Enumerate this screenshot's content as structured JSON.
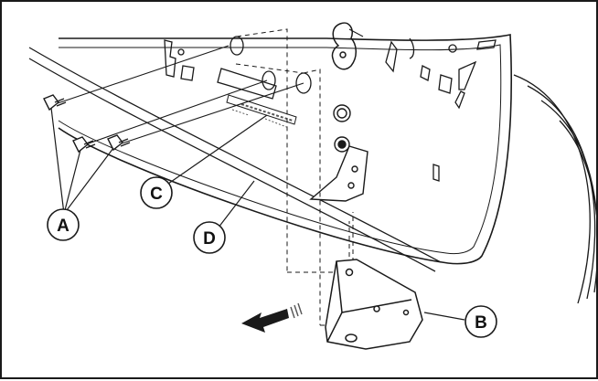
{
  "figure": {
    "subject": "bracket-mounting-exploded-view",
    "callouts": [
      {
        "id": "a",
        "label": "A"
      },
      {
        "id": "b",
        "label": "B"
      },
      {
        "id": "c",
        "label": "C"
      },
      {
        "id": "d",
        "label": "D"
      }
    ],
    "panel_embossed_text": "",
    "icons": [
      "bolt-icon",
      "direction-arrow-icon"
    ],
    "colors": {
      "line": "#1a1a1a",
      "hatch": "#555555",
      "background": "#ffffff"
    }
  }
}
